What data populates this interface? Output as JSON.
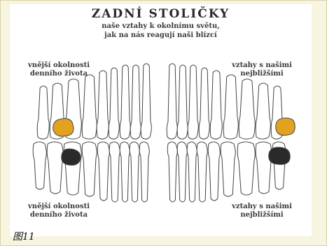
{
  "title": "ZADNÍ STOLIČKY",
  "subtitle": [
    "naše vztahy k okolnímu světu,",
    "jak na nás reagují naši blízcí"
  ],
  "labels": {
    "top_left": [
      "vnější okolnosti",
      "denního života"
    ],
    "top_right": [
      "vztahy s našimi",
      "nejbližšími"
    ],
    "bottom_left": [
      "vnější okolnosti",
      "denního života"
    ],
    "bottom_right": [
      "vztahy s našimi",
      "nejbližšími"
    ]
  },
  "caption": "图11",
  "colors": {
    "highlight_gold": "#e0a21f",
    "highlight_dark": "#2a2a2a",
    "outline": "#444444"
  }
}
